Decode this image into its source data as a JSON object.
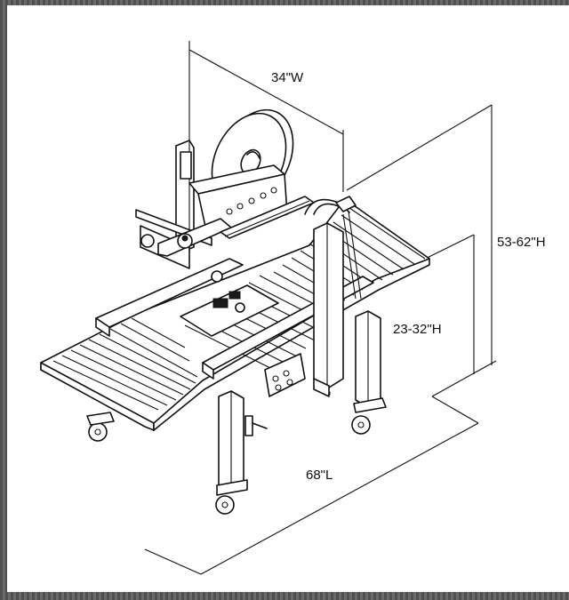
{
  "dimensions": {
    "width_label": "34\"W",
    "height_total_label": "53-62\"H",
    "height_table_label": "23-32\"H",
    "length_label": "68\"L"
  },
  "colors": {
    "frame": "#5a5a5a",
    "background": "#ffffff",
    "line": "#111111"
  }
}
